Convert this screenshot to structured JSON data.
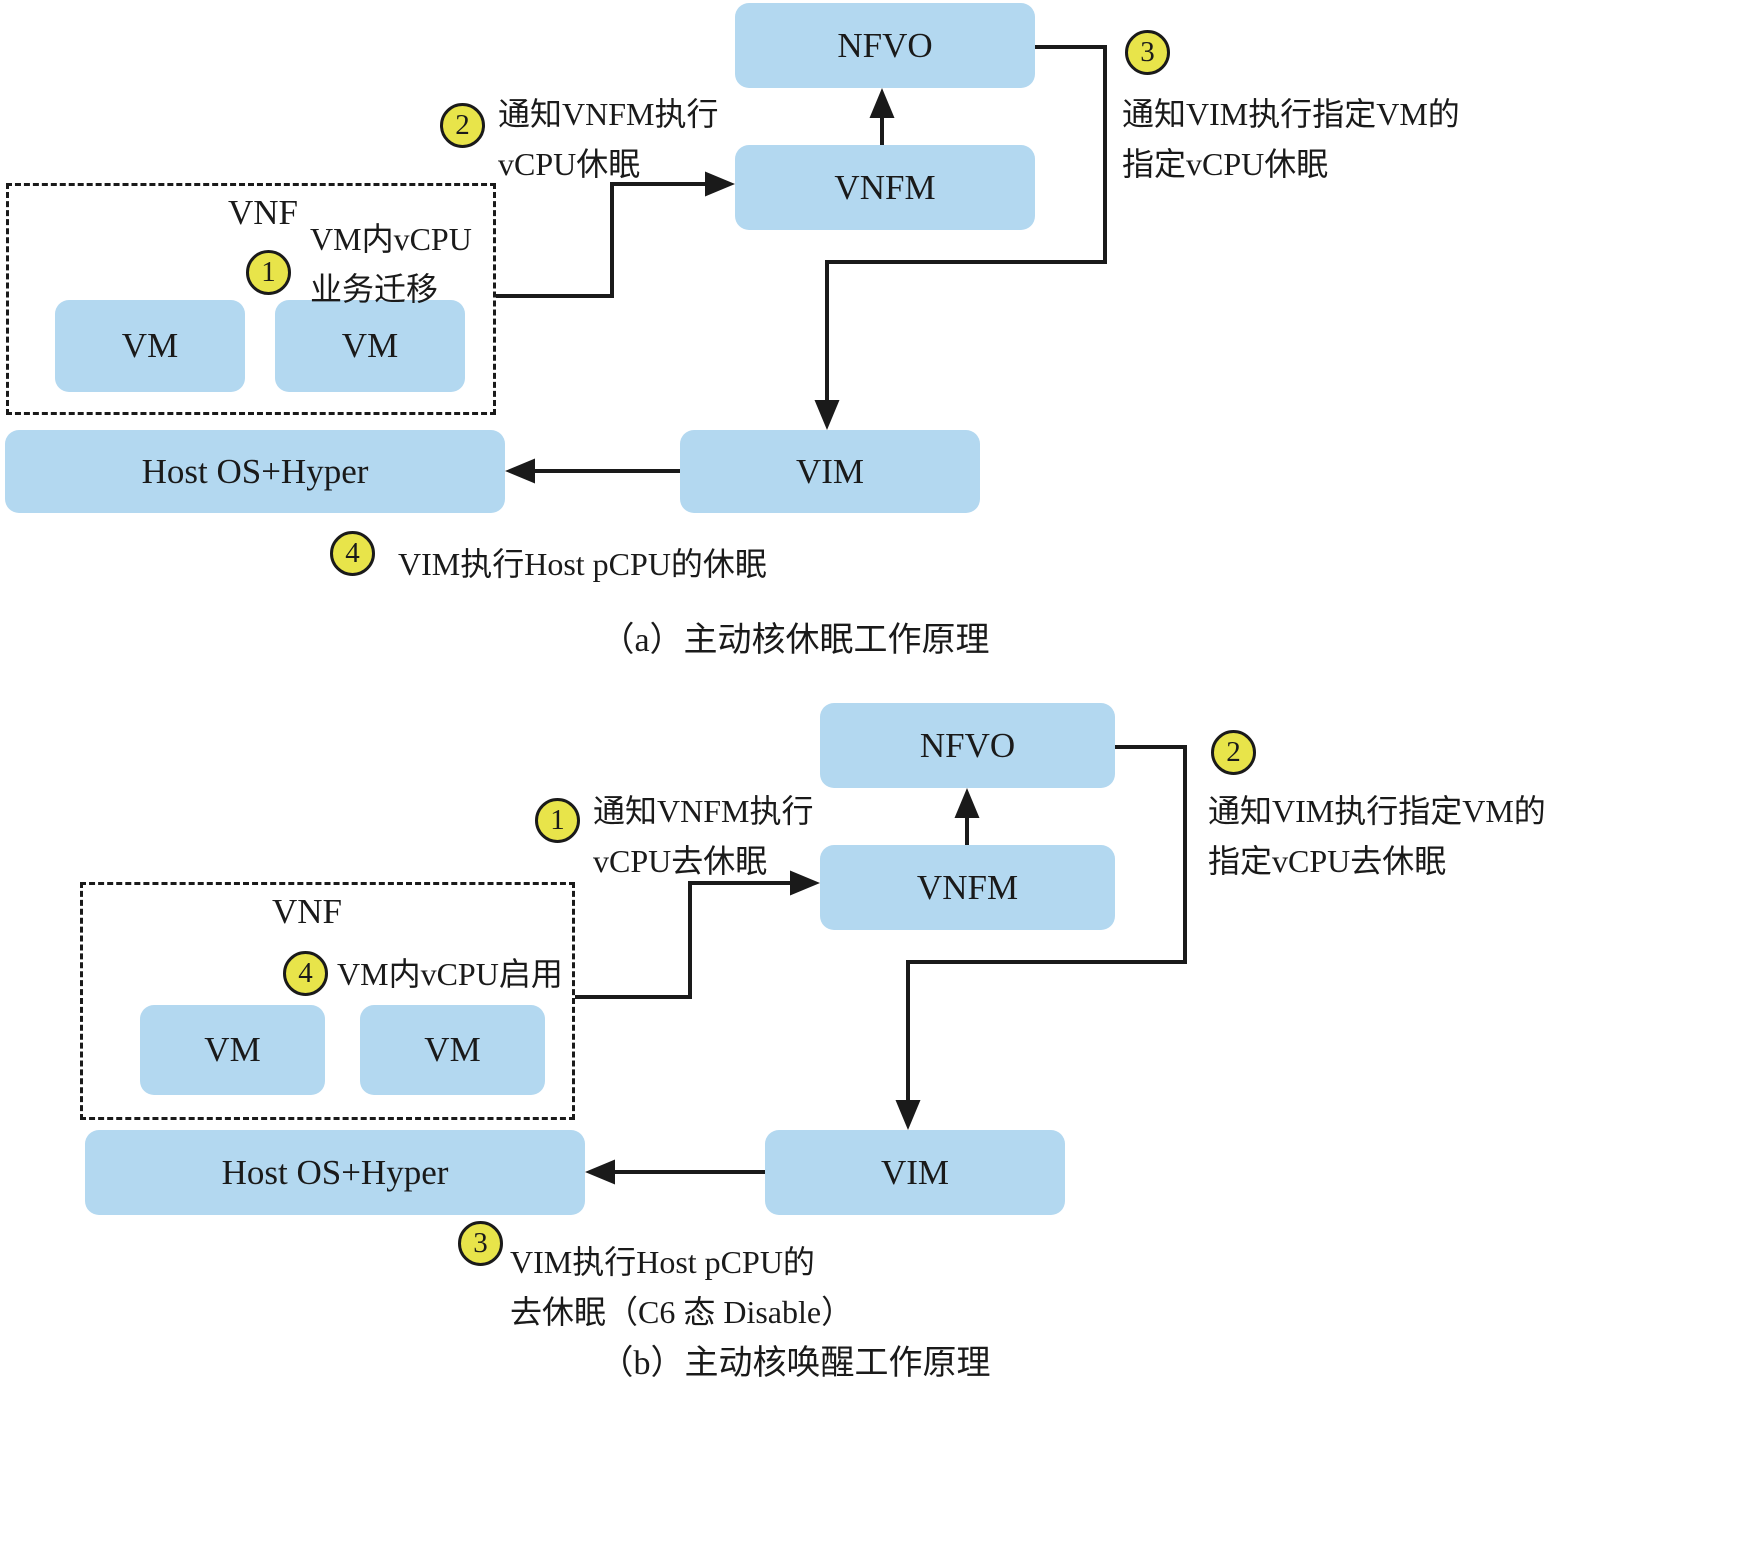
{
  "colors": {
    "node_fill": "#b3d8f0",
    "step_circle_fill": "#e8e44a",
    "line": "#1a1a1a"
  },
  "diagram_a": {
    "caption": "（a）主动核休眠工作原理",
    "nodes": {
      "nfvo": "NFVO",
      "vnfm": "VNFM",
      "vnf_label": "VNF",
      "vm1": "VM",
      "vm2": "VM",
      "host": "Host OS+Hyper",
      "vim": "VIM"
    },
    "steps": {
      "s1": {
        "num": "1",
        "text": "VM内vCPU\n业务迁移"
      },
      "s2": {
        "num": "2",
        "text": "通知VNFM执行\nvCPU休眠"
      },
      "s3": {
        "num": "3",
        "text": "通知VIM执行指定VM的\n指定vCPU休眠"
      },
      "s4": {
        "num": "4",
        "text": "VIM执行Host pCPU的休眠"
      }
    }
  },
  "diagram_b": {
    "caption": "（b）主动核唤醒工作原理",
    "nodes": {
      "nfvo": "NFVO",
      "vnfm": "VNFM",
      "vnf_label": "VNF",
      "vm1": "VM",
      "vm2": "VM",
      "host": "Host OS+Hyper",
      "vim": "VIM"
    },
    "steps": {
      "s1": {
        "num": "1",
        "text": "通知VNFM执行\nvCPU去休眠"
      },
      "s2": {
        "num": "2",
        "text": "通知VIM执行指定VM的\n指定vCPU去休眠"
      },
      "s3": {
        "num": "3",
        "text": "VIM执行Host pCPU的\n去休眠（C6 态 Disable）"
      },
      "s4": {
        "num": "4",
        "text": "VM内vCPU启用"
      }
    }
  }
}
